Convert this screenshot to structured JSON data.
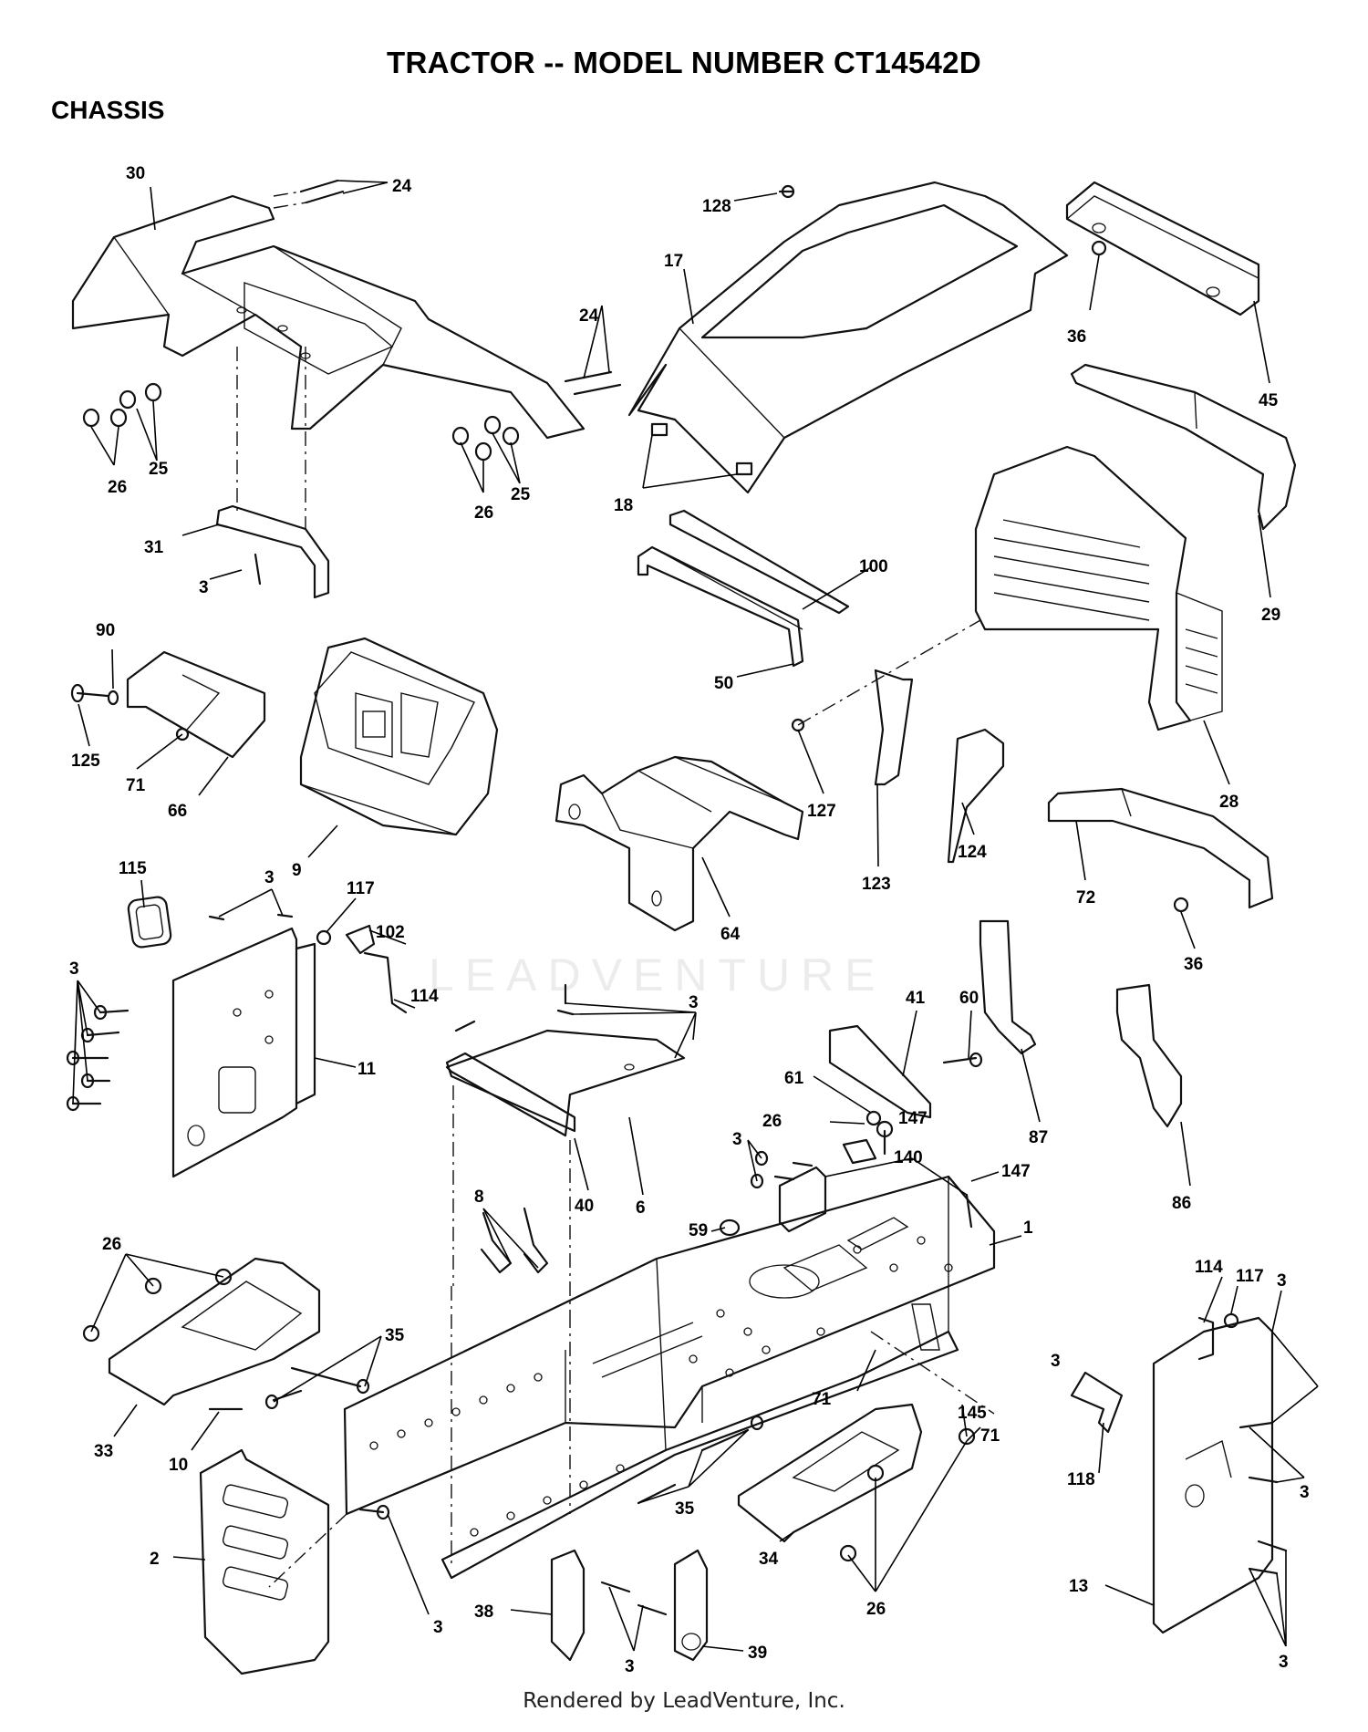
{
  "header": {
    "title": "TRACTOR -- MODEL NUMBER CT14542D",
    "section": "CHASSIS"
  },
  "watermark": "LEADVENTURE",
  "footer": "Rendered by LeadVenture, Inc.",
  "callouts": [
    "30",
    "24",
    "24",
    "26",
    "25",
    "26",
    "25",
    "31",
    "3",
    "128",
    "17",
    "18",
    "36",
    "45",
    "100",
    "50",
    "29",
    "28",
    "90",
    "125",
    "71",
    "66",
    "9",
    "127",
    "123",
    "124",
    "64",
    "72",
    "36",
    "115",
    "3",
    "117",
    "102",
    "114",
    "3",
    "11",
    "41",
    "60",
    "61",
    "26",
    "147",
    "3",
    "87",
    "86",
    "40",
    "6",
    "8",
    "3",
    "140",
    "147",
    "1",
    "59",
    "26",
    "35",
    "33",
    "10",
    "114",
    "117",
    "3",
    "3",
    "71",
    "145",
    "71",
    "118",
    "3",
    "35",
    "34",
    "26",
    "13",
    "2",
    "3",
    "38",
    "3",
    "39",
    "3"
  ]
}
